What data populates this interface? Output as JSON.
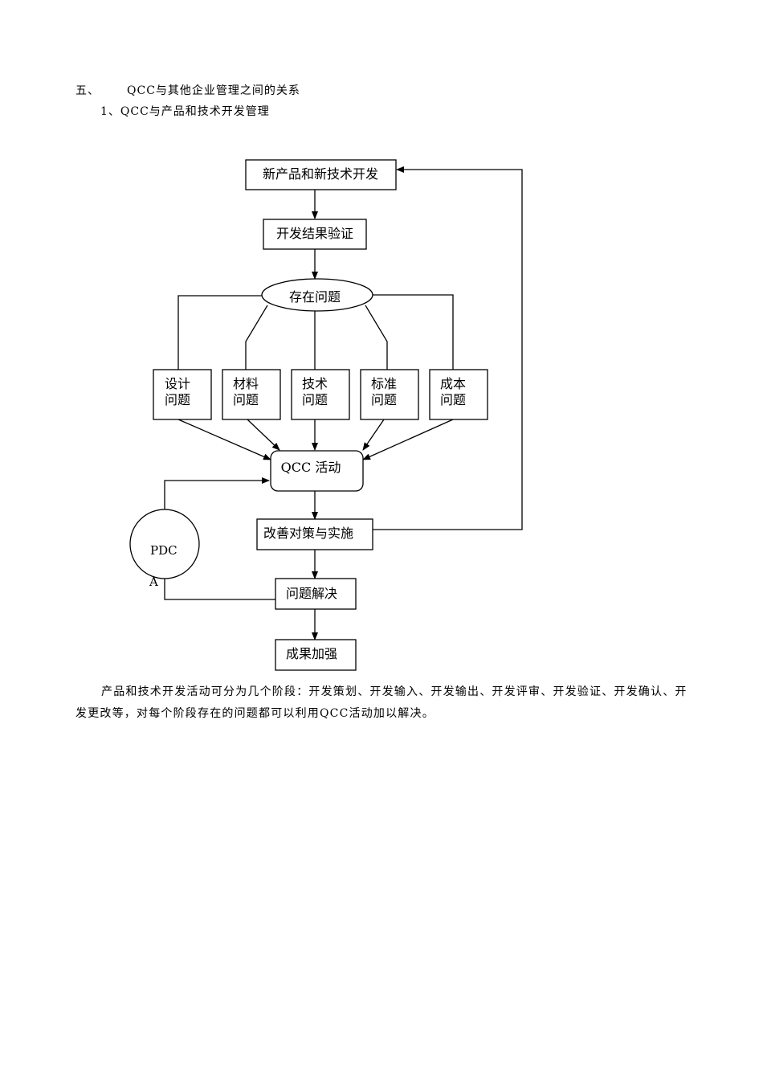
{
  "section": {
    "number": "五、",
    "title": "QCC与其他企业管理之间的关系",
    "subsection": "1、QCC与产品和技术开发管理"
  },
  "flowchart": {
    "new_dev": "新产品和新技术开发",
    "verify": "开发结果验证",
    "problems": "存在问题",
    "design": [
      "设计",
      "问题"
    ],
    "material": [
      "材料",
      "问题"
    ],
    "tech": [
      "技术",
      "问题"
    ],
    "standard": [
      "标准",
      "问题"
    ],
    "cost": [
      "成本",
      "问题"
    ],
    "qcc": "QCC 活动",
    "measures": "改善对策与实施",
    "pdca": [
      "PDC",
      "A"
    ],
    "solved": "问题解决",
    "result": "成果加强"
  },
  "paragraph": "产品和技术开发活动可分为几个阶段：开发策划、开发输入、开发输出、开发评审、开发验证、开发确认、开发更改等，对每个阶段存在的问题都可以利用QCC活动加以解决。"
}
